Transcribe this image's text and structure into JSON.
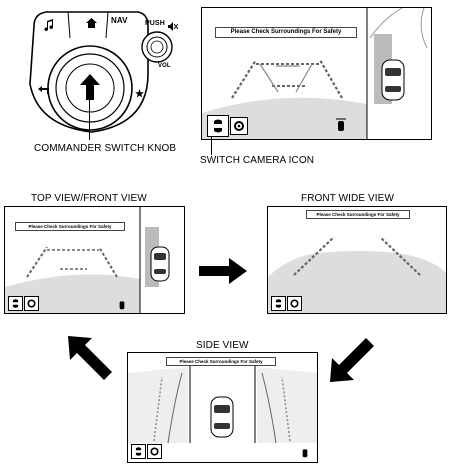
{
  "commander": {
    "label": "COMMANDER SWITCH KNOB",
    "nav": "NAV",
    "push": "PUSH",
    "vol": "VOL",
    "music_icon": "music-note-icon",
    "home_icon": "home-icon",
    "back_icon": "back-arrow-icon",
    "star_icon": "star-icon",
    "mute_icon": "speaker-mute-icon"
  },
  "main_screen": {
    "banner": "Please Check Surroundings For Safety",
    "label": "SWITCH CAMERA ICON"
  },
  "views": {
    "top_front": {
      "title": "TOP VIEW/FRONT VIEW",
      "banner": "Please Check Surroundings For Safety"
    },
    "front_wide": {
      "title": "FRONT WIDE VIEW",
      "banner": "Please Check Surroundings For Safety"
    },
    "side": {
      "title": "SIDE VIEW",
      "banner": "Please Check Surroundings For Safety"
    }
  },
  "icons": {
    "switch_camera": "switch-camera-icon",
    "settings": "gear-icon",
    "car_sensor": "car-sensor-icon",
    "arrow": "flow-arrow-icon"
  }
}
